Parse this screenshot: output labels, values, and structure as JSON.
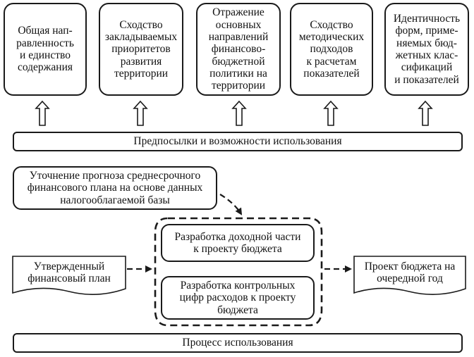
{
  "top_boxes": [
    "Общая нап-\nравленность\nи единство\nсодержания",
    "Сходство\nзакладываемых\nприоритетов\nразвития\nтерритории",
    "Отражение\nосновных\nнаправлений\nфинансово-\nбюджетной\nполитики на\nтерритории",
    "Сходство\nметодических\nподходов\nк расчетам\nпоказателей",
    "Идентичность\nформ, приме-\nняемых бюд-\nжетных клас-\nсификаций\nи показателей"
  ],
  "prerequisites_label": "Предпосылки и возможности использования",
  "forecast_box": "Уточнение прогноза среднесрочного\nфинансового плана на основе данных\nналогооблагаемой базы",
  "revenue_box": "Разработка доходной части\nк проекту бюджета",
  "expenses_box": "Разработка контрольных\nцифр расходов к проекту\nбюджета",
  "approved_plan": "Утвержденный\nфинансовый план",
  "draft_budget": "Проект бюджета на\nочередной год",
  "process_label": "Процесс использования"
}
